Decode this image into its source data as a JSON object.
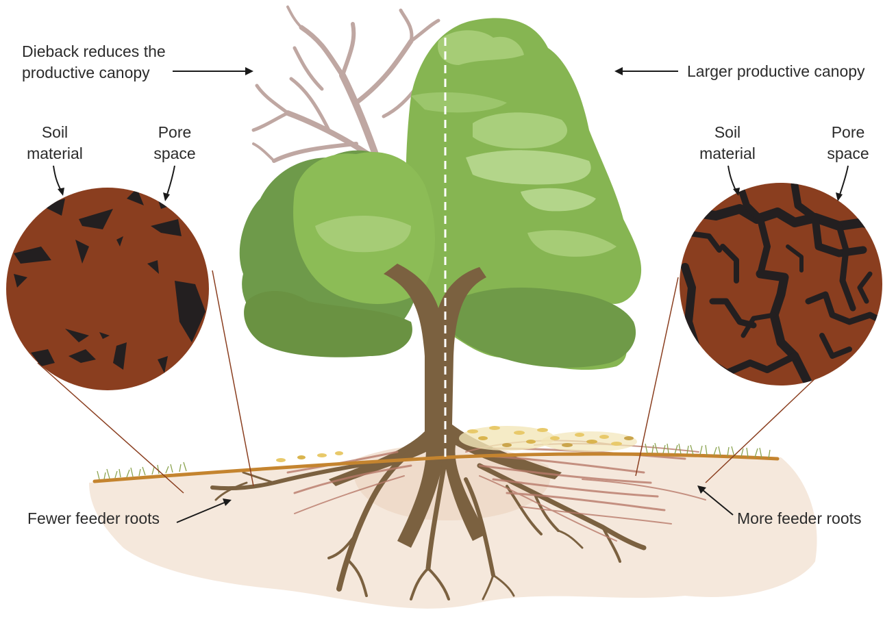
{
  "labels": {
    "dieback_line1": "Dieback reduces the",
    "dieback_line2": "productive canopy",
    "larger_canopy": "Larger productive canopy",
    "left_soil_line1": "Soil",
    "left_soil_line2": "material",
    "left_pore_line1": "Pore",
    "left_pore_line2": "space",
    "right_soil_line1": "Soil",
    "right_soil_line2": "material",
    "right_pore_line1": "Pore",
    "right_pore_line2": "space",
    "fewer_roots": "Fewer feeder roots",
    "more_roots": "More feeder roots"
  },
  "colors": {
    "soil": "#8a3e1f",
    "pore": "#231f20",
    "trunk": "#7b6140",
    "dead_branches": "#bfa7a2",
    "canopy_dark": "#6e9a4a",
    "canopy_mid": "#86b552",
    "canopy_light": "#a6cc76",
    "ground_line": "#c4842f",
    "ground_tint": "#f3e4d6",
    "grass": "#8aa34f",
    "leaf_litter": "#e8c96a"
  }
}
